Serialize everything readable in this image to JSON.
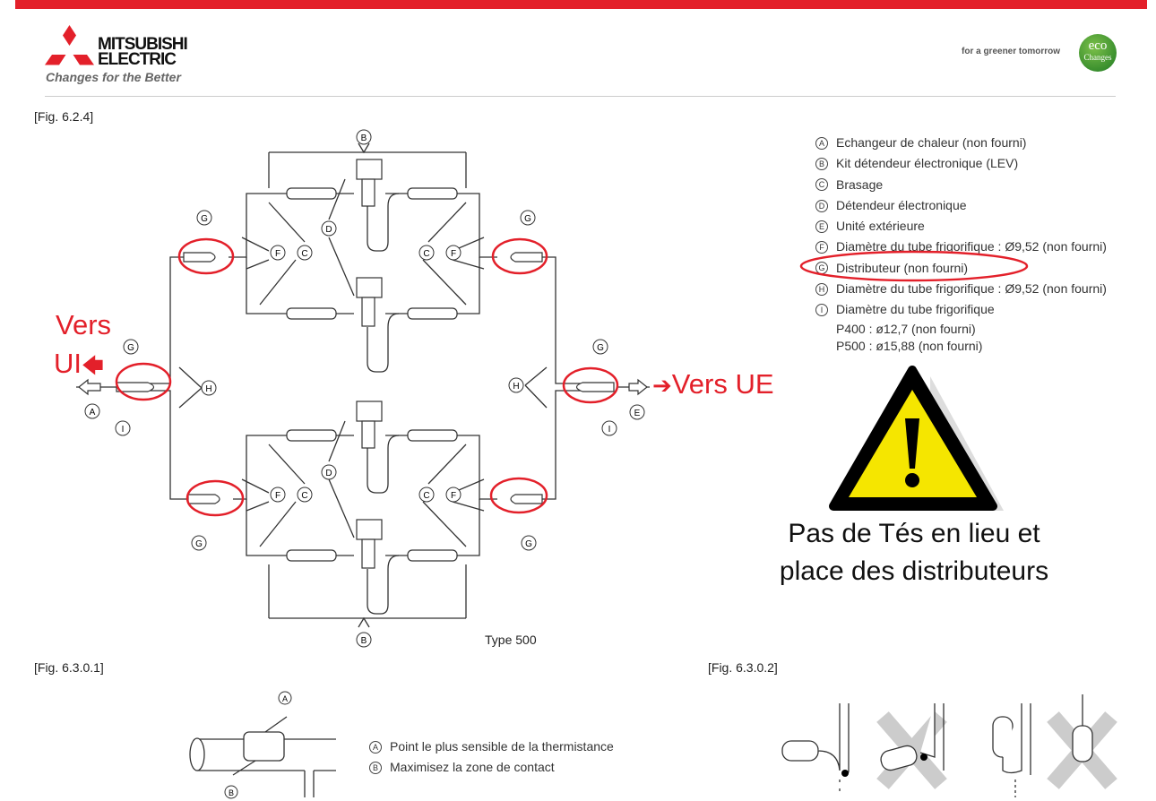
{
  "header": {
    "brand_line1": "MITSUBISHI",
    "brand_line2": "ELECTRIC",
    "tagline": "Changes for the Better",
    "slogan": "for a greener tomorrow",
    "eco_logo_top": "eco",
    "eco_logo_bottom": "Changes"
  },
  "fig_main": "[Fig. 6.2.4]",
  "fig_bottom_left": "[Fig. 6.3.0.1]",
  "fig_bottom_right": "[Fig. 6.3.0.2]",
  "diagram": {
    "type_label": "Type 500",
    "letters": {
      "A": "A",
      "B": "B",
      "C": "C",
      "D": "D",
      "E": "E",
      "F": "F",
      "G": "G",
      "H": "H",
      "I": "I"
    },
    "vers_ui_1": "Vers",
    "vers_ui_2": "UI",
    "vers_ui_arrow": "🡄",
    "vers_ue": "Vers UE",
    "vers_ue_arrow": "➔"
  },
  "legend": [
    {
      "letter": "A",
      "text": "Echangeur de chaleur (non fourni)"
    },
    {
      "letter": "B",
      "text": "Kit détendeur électronique (LEV)"
    },
    {
      "letter": "C",
      "text": "Brasage"
    },
    {
      "letter": "D",
      "text": "Détendeur électronique"
    },
    {
      "letter": "E",
      "text": "Unité extérieure"
    },
    {
      "letter": "F",
      "text": "Diamètre du tube frigorifique : Ø9,52 (non fourni)"
    },
    {
      "letter": "G",
      "text": "Distributeur (non fourni)"
    },
    {
      "letter": "H",
      "text": "Diamètre du tube frigorifique : Ø9,52 (non fourni)"
    },
    {
      "letter": "I",
      "text": "Diamètre du tube frigorifique"
    }
  ],
  "legend_sub": [
    "P400 : ø12,7 (non fourni)",
    "P500 : ø15,88 (non fourni)"
  ],
  "warning": {
    "line1": "Pas de Tés en lieu et",
    "line2": "place des distributeurs",
    "color": "#f5e600"
  },
  "bottom_legend": [
    {
      "letter": "A",
      "text": "Point le plus sensible de la thermistance"
    },
    {
      "letter": "B",
      "text": "Maximisez la zone de contact"
    }
  ],
  "accent": "#e3202a"
}
